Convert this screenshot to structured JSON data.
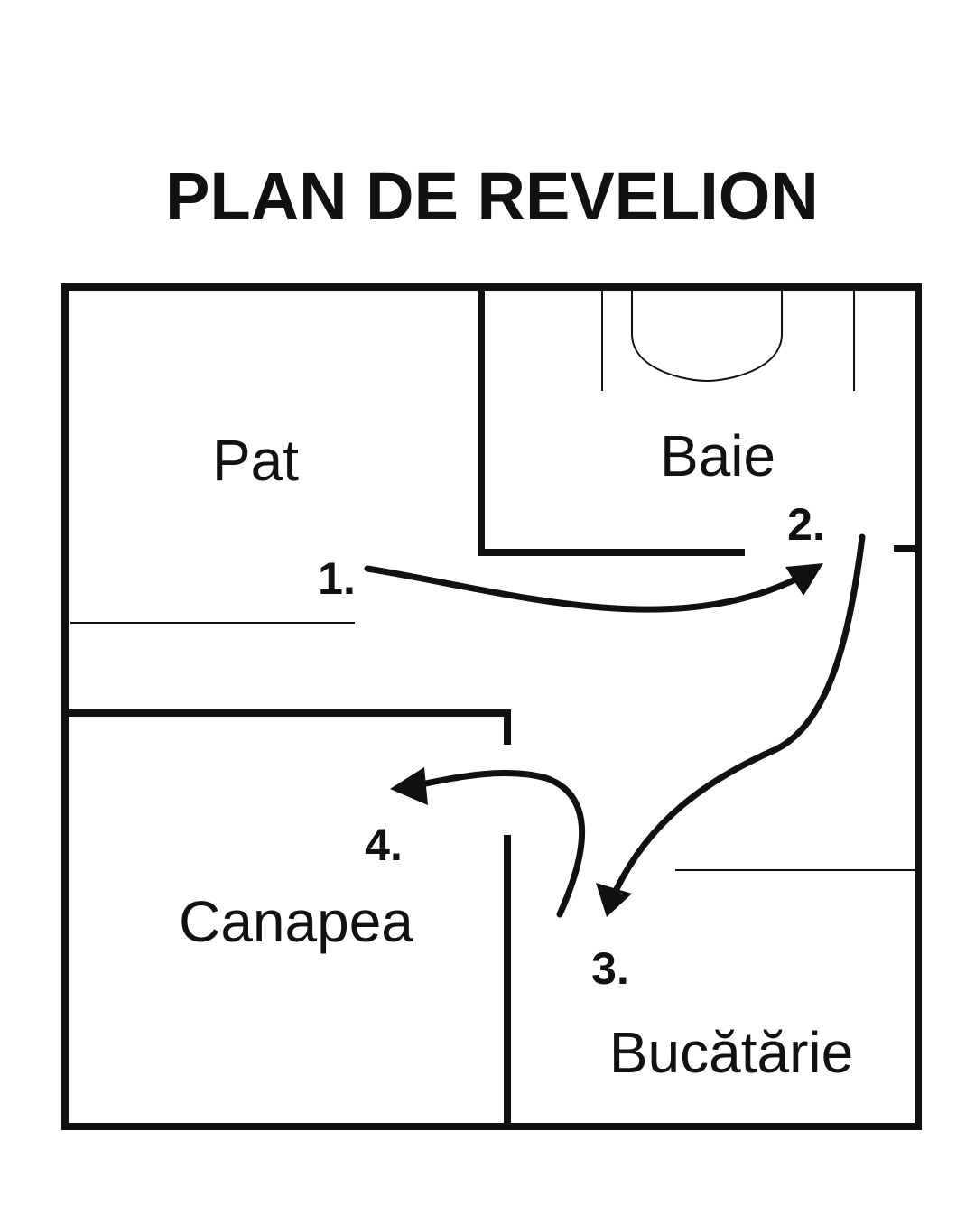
{
  "title": "PLAN DE REVELION",
  "rooms": {
    "bedroom": "Pat",
    "bathroom": "Baie",
    "living": "Canapea",
    "kitchen": "Bucătărie"
  },
  "steps": [
    "1.",
    "2.",
    "3.",
    "4."
  ],
  "colors": {
    "ink": "#111111",
    "background": "#ffffff"
  }
}
